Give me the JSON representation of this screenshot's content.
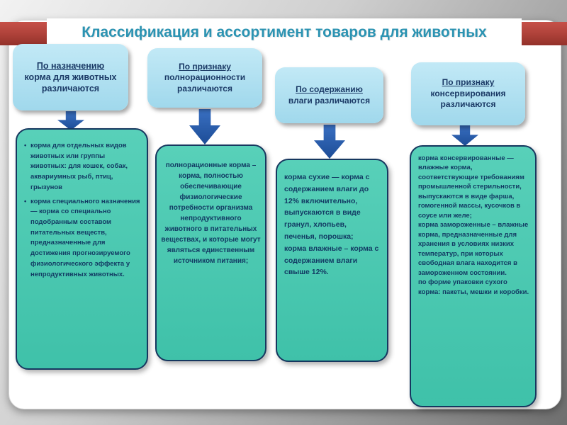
{
  "slide": {
    "title": "Классификация и ассортимент товаров для животных",
    "colors": {
      "title_teal": "#2b93b2",
      "ribbon_red": "#b2443c",
      "header_box_blue": "#aee0f0",
      "body_box_teal": "#47c8b0",
      "arrow_blue": "#2157a4",
      "text_navy": "#16375f"
    }
  },
  "columns": [
    {
      "header": {
        "underlined": "По назначению",
        "rest": "корма для животных различаются"
      },
      "items": [
        "корма для отдельных видов животных или группы животных: для кошек, собак, аквариумных рыб, птиц, грызунов",
        "корма специального назначения — корма со специально подобранным составом питательных веществ, предназначенные для достижения прогнозируемого физиологического эффекта у непродуктивных животных."
      ]
    },
    {
      "header": {
        "underlined": "По признаку",
        "rest": "полнорационности различаются"
      },
      "paragraphs": [
        "полнорационные корма – корма, полностью обеспечивающие физиологические потребности организма непродуктивного животного в питательных веществах, и которые могут являться единственным источником питания;"
      ]
    },
    {
      "header": {
        "underlined": "По содержанию",
        "rest": "влаги различаются"
      },
      "paragraphs": [
        "корма сухие — корма с содержанием влаги до 12% включительно, выпускаются в виде гранул, хлопьев, печенья, порошка;",
        "корма влажные – корма с содержанием влаги свыше 12%."
      ]
    },
    {
      "header": {
        "underlined": "По признаку",
        "rest": "консервирования различаются"
      },
      "paragraphs": [
        "корма консервированные — влажные корма, соответствующие требованиям промышленной стерильности, выпускаются в виде фарша, гомогенной массы, кусочков в соусе или желе;",
        "корма замороженные – влажные корма, предназначенные для хранения в условиях низких температур, при которых свободная влага находится в замороженном состоянии.",
        "по форме  упаковки сухого корма: пакеты, мешки и коробки."
      ]
    }
  ]
}
